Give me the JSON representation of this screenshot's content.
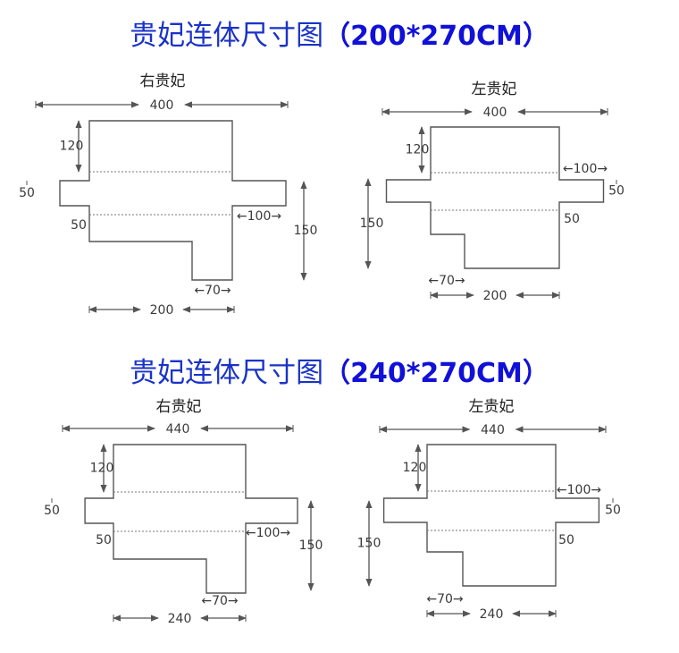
{
  "sections": [
    {
      "title": "贵妃连体尺寸图",
      "size": "（200*270CM）",
      "right": {
        "label": "右贵妃",
        "total_width": "400",
        "back_depth": "120",
        "arm_height": "50",
        "arm_depth": "50",
        "arm_width": "100",
        "chaise_depth": "150",
        "chaise_width": "70",
        "seat_width": "200"
      },
      "left": {
        "label": "左贵妃",
        "total_width": "400",
        "back_depth": "120",
        "arm_height": "50",
        "arm_depth": "50",
        "arm_width": "100",
        "chaise_depth": "150",
        "chaise_width": "70",
        "seat_width": "200"
      }
    },
    {
      "title": "贵妃连体尺寸图",
      "size": "（240*270CM）",
      "right": {
        "label": "右贵妃",
        "total_width": "440",
        "back_depth": "120",
        "arm_height": "50",
        "arm_depth": "50",
        "arm_width": "100",
        "chaise_depth": "150",
        "chaise_width": "70",
        "seat_width": "240"
      },
      "left": {
        "label": "左贵妃",
        "total_width": "440",
        "back_depth": "120",
        "arm_height": "50",
        "arm_depth": "50",
        "arm_width": "100",
        "chaise_depth": "150",
        "chaise_width": "70",
        "seat_width": "240"
      }
    }
  ],
  "colors": {
    "title": "#1a33c8",
    "size": "#1010d8",
    "line": "#555555",
    "text": "#333333"
  }
}
